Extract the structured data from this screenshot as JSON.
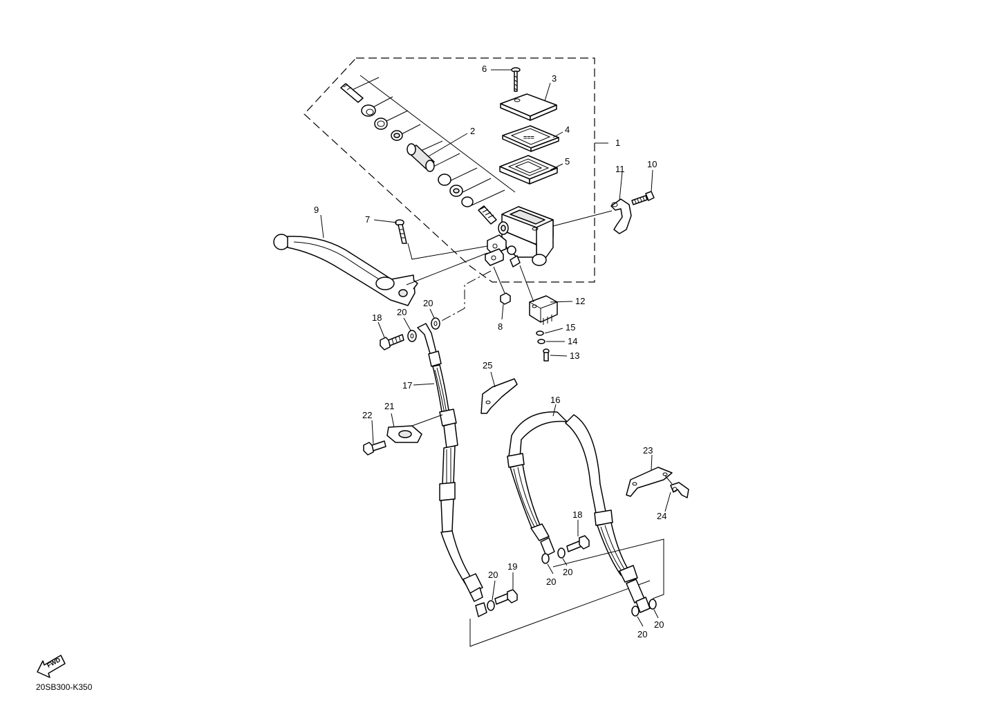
{
  "callouts": {
    "c1": "1",
    "c2": "2",
    "c3": "3",
    "c4": "4",
    "c5": "5",
    "c6": "6",
    "c7": "7",
    "c8": "8",
    "c9": "9",
    "c10": "10",
    "c11": "11",
    "c12": "12",
    "c13": "13",
    "c14": "14",
    "c15": "15",
    "c16": "16",
    "c17": "17",
    "c18a": "18",
    "c18b": "18",
    "c19": "19",
    "c20a": "20",
    "c20b": "20",
    "c20c": "20",
    "c20d": "20",
    "c20e": "20",
    "c20f": "20",
    "c20g": "20",
    "c21": "21",
    "c22": "22",
    "c23": "23",
    "c24": "24",
    "c25": "25"
  },
  "fwd_label": "FWD",
  "reference_code": "20SB300-K350"
}
